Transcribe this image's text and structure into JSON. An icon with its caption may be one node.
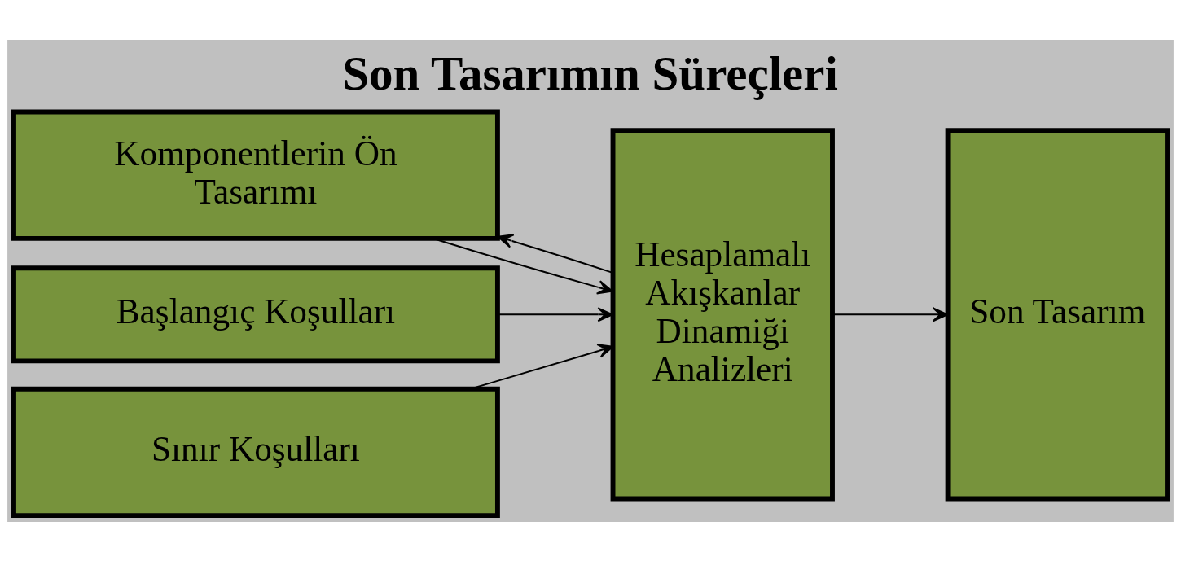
{
  "diagram": {
    "title": "Son Tasarımın Süreçleri",
    "nodes": [
      {
        "text": [
          "Komponentlerin Ön Tasarımı"
        ]
      },
      {
        "text": [
          "Başlangıç Koşulları"
        ]
      },
      {
        "text": [
          "Sınır Koşulları"
        ]
      },
      {
        "text": [
          "Hesaplamalı Akışkanlar Dinamiği Analizleri"
        ]
      },
      {
        "text": [
          "Son Tasarım"
        ]
      }
    ],
    "edges": [
      {
        "from": 0,
        "to": 3,
        "arrow": "to"
      },
      {
        "from": 1,
        "to": 3,
        "arrow": "to"
      },
      {
        "from": 2,
        "to": 3,
        "arrow": "to"
      },
      {
        "from": 3,
        "to": 4,
        "arrow": "to"
      },
      {
        "from": 3,
        "to": 0,
        "arrow": "to"
      }
    ]
  }
}
